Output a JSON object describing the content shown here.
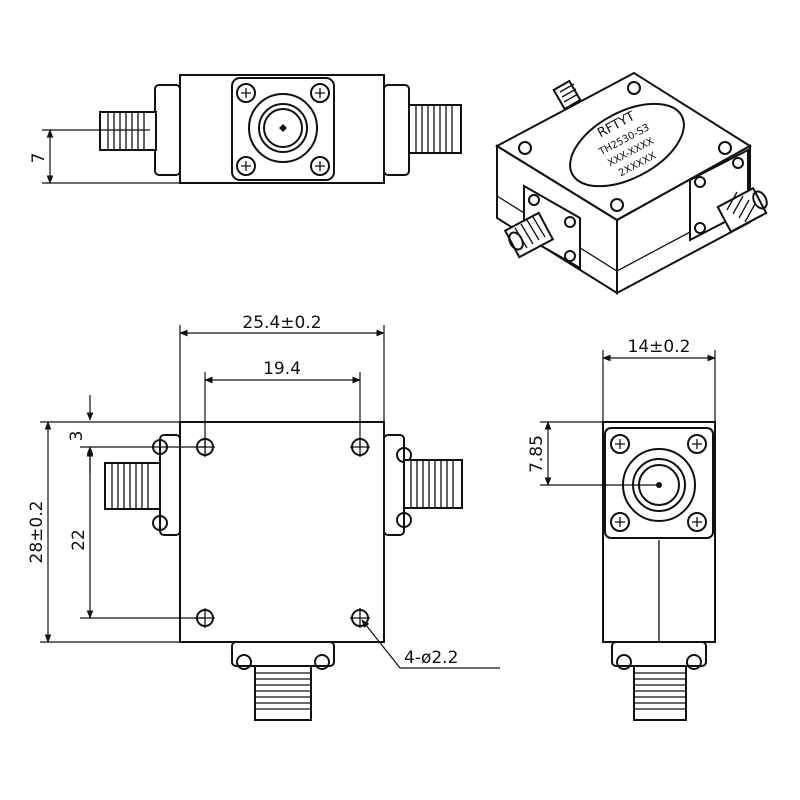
{
  "drawing": {
    "title": "",
    "iso_label": {
      "brand": "RFTYT",
      "model_lines": [
        "TH2530-S3",
        "XXX-XXXX",
        "2XXXXX"
      ]
    }
  },
  "dimensions": {
    "side_height": "7",
    "body_width": "25.4±0.2",
    "hole_spacing_x": "19.4",
    "body_height": "28±0.2",
    "hole_offset_top": "3",
    "hole_spacing_y": "22",
    "hole_callout": "4-ø2.2",
    "thickness": "14±0.2",
    "connector_center_height": "7.85"
  },
  "views": [
    "top-view",
    "isometric-view",
    "front-view",
    "side-view"
  ]
}
